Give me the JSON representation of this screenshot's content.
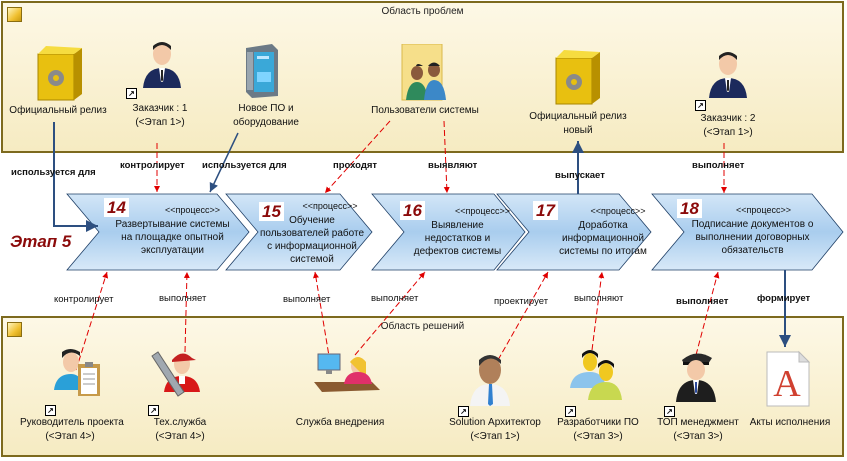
{
  "areas": {
    "problems_title": "Область проблем",
    "solutions_title": "Область решений"
  },
  "stage_label": "Этап 5",
  "problem_nodes": [
    {
      "id": "official-release",
      "label": "Официальный релиз",
      "sublabel": "",
      "icon": "software-box-icon"
    },
    {
      "id": "customer-1",
      "label": "Заказчик : 1",
      "sublabel": "(<Этап 1>)",
      "icon": "businessman-icon"
    },
    {
      "id": "new-software-hardware",
      "label": "Новое ПО и",
      "sublabel": "оборудование",
      "icon": "server-icon"
    },
    {
      "id": "system-users",
      "label": "Пользователи системы",
      "sublabel": "",
      "icon": "users-folder-icon"
    },
    {
      "id": "official-release-new",
      "label": "Официальный релиз",
      "sublabel": "новый",
      "icon": "software-box-icon"
    },
    {
      "id": "customer-2",
      "label": "Заказчик : 2",
      "sublabel": "(<Этап 1>)",
      "icon": "businessman-icon"
    }
  ],
  "solution_nodes": [
    {
      "id": "project-manager",
      "label": "Руководитель проекта",
      "sublabel": "(<Этап 4>)",
      "icon": "manager-clipboard-icon"
    },
    {
      "id": "tech-service",
      "label": "Тех.служба",
      "sublabel": "(<Этап 4>)",
      "icon": "technician-wrench-icon"
    },
    {
      "id": "implementation-service",
      "label": "Служба внедрения",
      "sublabel": "",
      "icon": "operator-desk-icon"
    },
    {
      "id": "solution-architect",
      "label": "Solution Архитектор",
      "sublabel": "(<Этап 1>)",
      "icon": "architect-icon"
    },
    {
      "id": "developers",
      "label": "Разработчики ПО",
      "sublabel": "(<Этап 3>)",
      "icon": "developers-icon"
    },
    {
      "id": "top-management",
      "label": "ТОП менеджмент",
      "sublabel": "(<Этап 3>)",
      "icon": "officer-icon"
    },
    {
      "id": "acts",
      "label": "Акты исполнения",
      "sublabel": "",
      "icon": "document-icon"
    }
  ],
  "processes": [
    {
      "number": "14",
      "stereotype": "<<процесс>>",
      "lines": [
        "Развертывание системы",
        "на площадке опытной",
        "эксплуатации"
      ]
    },
    {
      "number": "15",
      "stereotype": "<<процесс>>",
      "lines": [
        "Обучение",
        "пользователей работе",
        "с информационной",
        "системой"
      ]
    },
    {
      "number": "16",
      "stereotype": "<<процесс>>",
      "lines": [
        "Выявление",
        "недостатков и",
        "дефектов системы"
      ]
    },
    {
      "number": "17",
      "stereotype": "<<процесс>>",
      "lines": [
        "Доработка",
        "информационной",
        "системы по итогам"
      ]
    },
    {
      "number": "18",
      "stereotype": "<<процесс>>",
      "lines": [
        "Подписание документов о",
        "выполнении договорных",
        "обязательств"
      ]
    }
  ],
  "connector_labels": {
    "used_for_1": "используется для",
    "controls_1": "контролирует",
    "used_for_2": "используется для",
    "pass": "проходят",
    "reveal": "выявляют",
    "releases": "выпускает",
    "performs_top": "выполняет",
    "controls_2": "контролирует",
    "performs_14": "выполняет",
    "performs_15": "выполняет",
    "performs_16": "выполняет",
    "designs": "проектирует",
    "perform_17": "выполняют",
    "performs_18": "выполняет",
    "forms": "формирует"
  },
  "colors": {
    "control_link": "#e00000",
    "flow_link": "#2d4f80",
    "number": "#8b0a0a",
    "area_border": "#7d6a1e"
  }
}
